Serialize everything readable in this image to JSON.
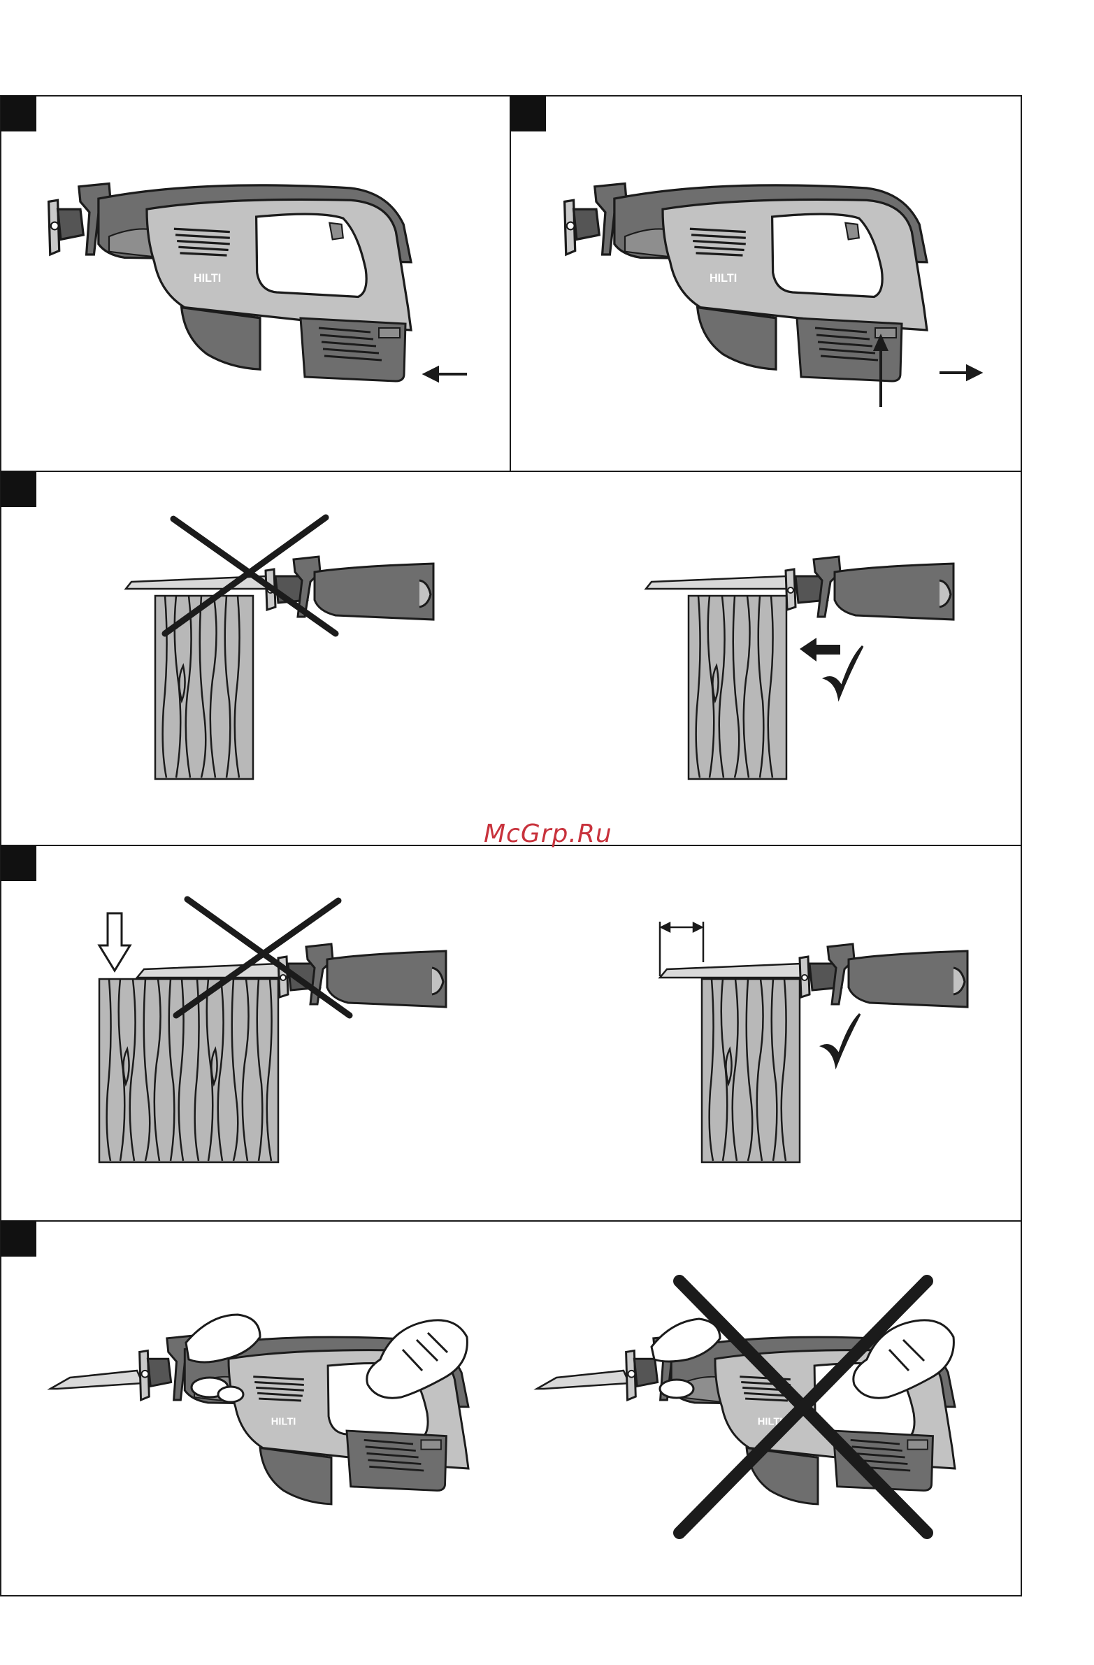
{
  "watermark": "McGrp.Ru",
  "tool_brand": "HILTI",
  "colors": {
    "line": "#1b1b1b",
    "body_light": "#c2c2c2",
    "body_dark": "#6e6e6e",
    "body_mid": "#8e8e8e",
    "wood": "#b8b8b8",
    "watermark": "#c8323c"
  },
  "panels": [
    {
      "id": "panel-1",
      "step_marker": "",
      "icon": "battery-insert-arrow-icon"
    },
    {
      "id": "panel-2",
      "step_marker": "",
      "icon": "battery-remove-arrow-icon"
    },
    {
      "id": "panel-3",
      "left": "wrong-cross-icon",
      "right": "correct-check-icon"
    },
    {
      "id": "panel-4",
      "left": "wrong-cross-icon",
      "right": "correct-check-icon"
    },
    {
      "id": "panel-5",
      "left": "two-hand-grip",
      "right": "wrong-cross-icon"
    }
  ]
}
